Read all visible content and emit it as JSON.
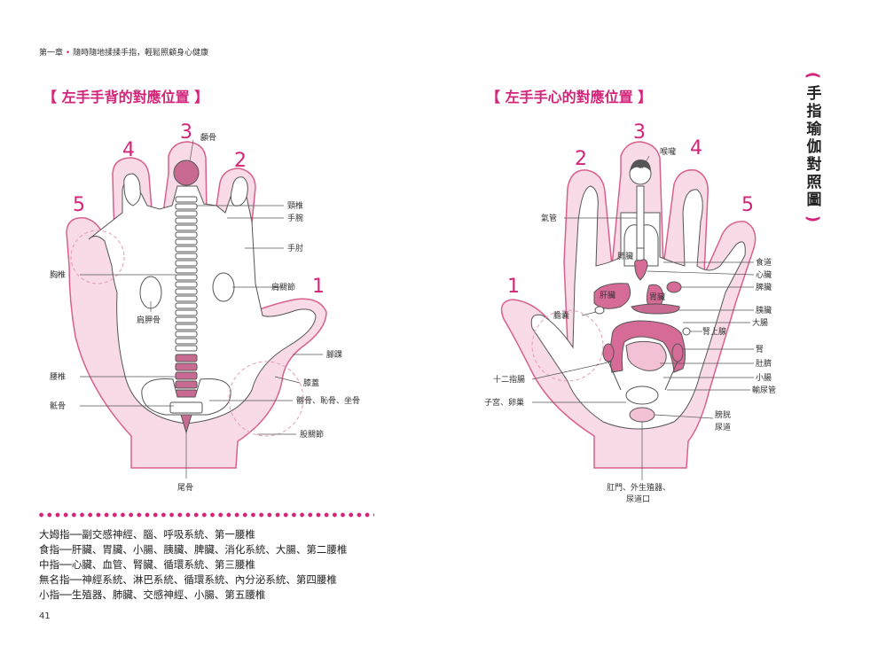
{
  "header": {
    "chapter": "第一章",
    "dot": "•",
    "subtitle": "隨時隨地揉揉手指，輕鬆照顧身心健康"
  },
  "left_panel": {
    "title": "【 左手手背的對應位置 】",
    "finger_numbers": [
      "1",
      "2",
      "3",
      "4",
      "5"
    ],
    "labels": {
      "skull": "顱骨",
      "neck": "頸椎",
      "wrist": "手腕",
      "elbow": "手肘",
      "shoulder": "肩關節",
      "chest": "胸椎",
      "scapula": "肩胛骨",
      "ankle": "腳踝",
      "knee": "膝蓋",
      "lumbar": "腰椎",
      "hip_bones": "髂骨、恥骨、坐骨",
      "sacrum": "骶骨",
      "hip_joint": "股關節",
      "coccyx": "尾骨"
    }
  },
  "right_panel": {
    "title": "【 左手手心的對應位置 】",
    "finger_numbers": [
      "1",
      "2",
      "3",
      "4",
      "5"
    ],
    "labels": {
      "throat": "喉嚨",
      "trachea": "氣管",
      "lungs": "肺臟",
      "esophagus": "食道",
      "heart": "心臟",
      "spleen": "脾臟",
      "liver": "肝臟",
      "stomach": "胃臟",
      "pancreas": "胰臟",
      "gallbladder": "膽囊",
      "large_intestine": "大腸",
      "adrenal": "腎上腺",
      "kidney": "腎",
      "navel": "肚臍",
      "small_intestine": "小腸",
      "duodenum": "十二指腸",
      "ureter": "輸尿管",
      "uterus": "子宮、卵巢",
      "bladder_1": "膀胱",
      "bladder_2": "尿道",
      "anus_1": "肛門、外生殖器、",
      "anus_2": "尿道口"
    }
  },
  "finger_list": [
    "大姆指──副交感神經、腦、呼吸系統、第一腰椎",
    "食指──肝臟、胃臟、小腸、胰臟、脾臟、消化系統、大腸、第二腰椎",
    "中指──心臟、血管、腎臟、循環系統、第三腰椎",
    "無名指──神經系統、淋巴系統、循環系統、內分泌系統、第四腰椎",
    "小指──生殖器、肺臟、交感神經、小腸、第五腰椎"
  ],
  "side_tab": {
    "text": "手指瑜伽對照圖",
    "open": "(",
    "close": ")"
  },
  "page_number": "41",
  "colors": {
    "accent": "#d4247a",
    "hand_fill": "#f8dbe6",
    "hand_stroke": "#d9608e",
    "organ": "#d76b98",
    "spine": "#c86a92"
  }
}
